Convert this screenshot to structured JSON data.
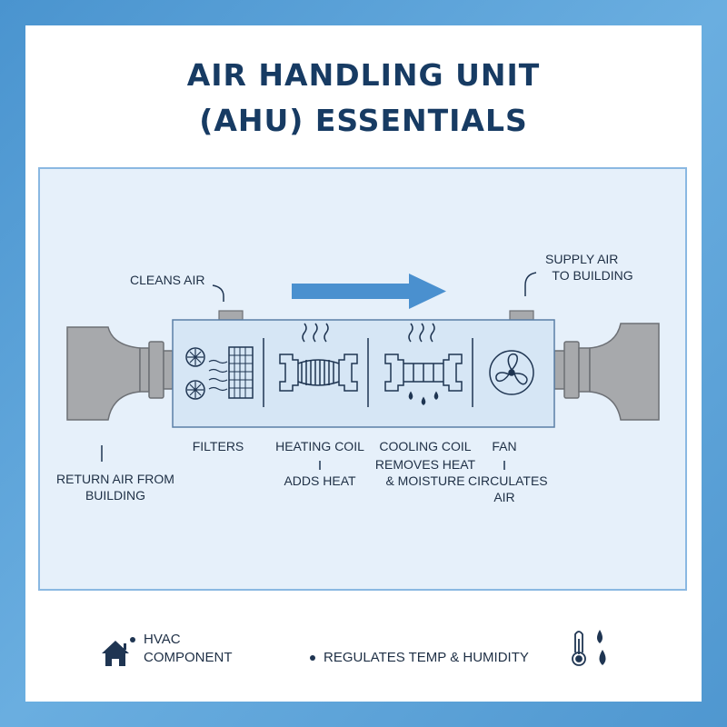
{
  "title": {
    "line1": "AIR HANDLING UNIT",
    "line2": "(AHU) ESSENTIALS"
  },
  "annotations": {
    "cleans_air": "CLEANS AIR",
    "supply_line1": "SUPPLY AIR",
    "supply_line2": "TO BUILDING",
    "return_line1": "RETURN AIR FROM",
    "return_line2": "BUILDING"
  },
  "components": [
    {
      "name": "FILTERS",
      "desc": [],
      "icon": "filter-icon"
    },
    {
      "name": "HEATING COIL",
      "desc": [
        "ADDS HEAT"
      ],
      "icon": "heating-coil-icon"
    },
    {
      "name": "COOLING COIL",
      "desc": [
        "REMOVES HEAT",
        "& MOISTURE"
      ],
      "icon": "cooling-coil-icon"
    },
    {
      "name": "FAN",
      "desc": [
        "CIRCULATES",
        "AIR"
      ],
      "icon": "fan-icon"
    }
  ],
  "footer": {
    "item1_line1": "HVAC",
    "item1_line2": "COMPONENT",
    "item2": "REGULATES TEMP & HUMIDITY",
    "icons": [
      "house-icon",
      "thermometer-icon",
      "water-drops-icon"
    ]
  },
  "colors": {
    "title": "#173b63",
    "arrow": "#4a90cf",
    "duct": "#a7a9ac",
    "unit_fill": "#d6e6f5",
    "icon_stroke": "#1f3552"
  }
}
